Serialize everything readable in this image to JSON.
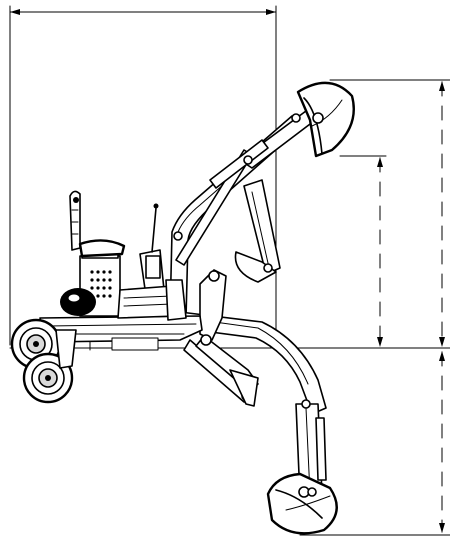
{
  "diagram": {
    "subject": "mini-excavator-working-range",
    "colors": {
      "ink": "#000000",
      "paper": "#ffffff",
      "shade": "#d9d9d9"
    },
    "dimension_lines": [
      {
        "name": "reach-dimension",
        "orientation": "horizontal",
        "label": ""
      },
      {
        "name": "dump-height-dimension",
        "orientation": "vertical",
        "label": ""
      },
      {
        "name": "max-height-dimension",
        "orientation": "vertical",
        "label": ""
      },
      {
        "name": "dig-depth-dimension",
        "orientation": "vertical",
        "label": ""
      }
    ],
    "arm_positions": [
      "raised",
      "lowered"
    ]
  }
}
